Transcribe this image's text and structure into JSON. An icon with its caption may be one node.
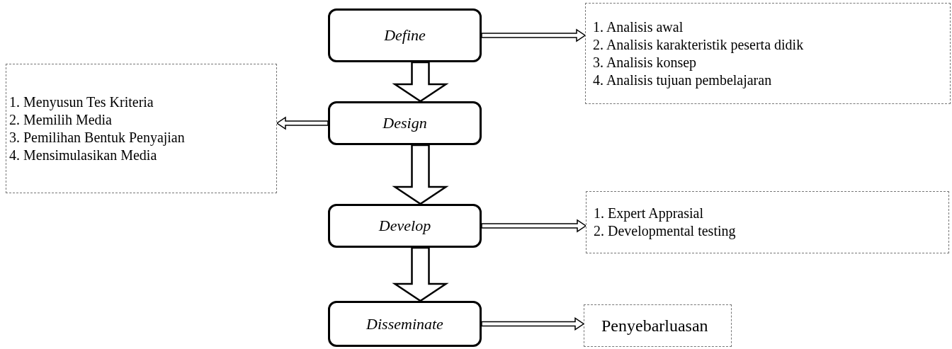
{
  "diagram": {
    "nodes": [
      {
        "text": [
          "Define"
        ]
      },
      {
        "text": [
          "1. Analisis awal",
          "2. Analisis karakteristik peserta didik",
          "3. Analisis konsep",
          "4. Analisis tujuan pembelajaran"
        ]
      },
      {
        "text": [
          "1. Menyusun Tes Kriteria",
          "2. Memilih Media",
          "3. Pemilihan Bentuk Penyajian",
          "4. Mensimulasikan Media"
        ]
      },
      {
        "text": [
          "Design"
        ]
      },
      {
        "text": [
          "Develop"
        ]
      },
      {
        "text": [
          "1. Expert Apprasial",
          "2. Developmental testing"
        ]
      },
      {
        "text": [
          "Disseminate"
        ]
      },
      {
        "text": [
          "Penyebarluasan"
        ]
      }
    ],
    "edges": [
      {
        "from": 0,
        "to": 1,
        "arrow": "to"
      },
      {
        "from": 0,
        "to": 3,
        "arrow": "to",
        "style": "thick"
      },
      {
        "from": 3,
        "to": 2,
        "arrow": "to"
      },
      {
        "from": 3,
        "to": 4,
        "arrow": "to",
        "style": "thick"
      },
      {
        "from": 4,
        "to": 5,
        "arrow": "to"
      },
      {
        "from": 4,
        "to": 6,
        "arrow": "to",
        "style": "thick"
      },
      {
        "from": 6,
        "to": 7,
        "arrow": "to"
      }
    ]
  }
}
